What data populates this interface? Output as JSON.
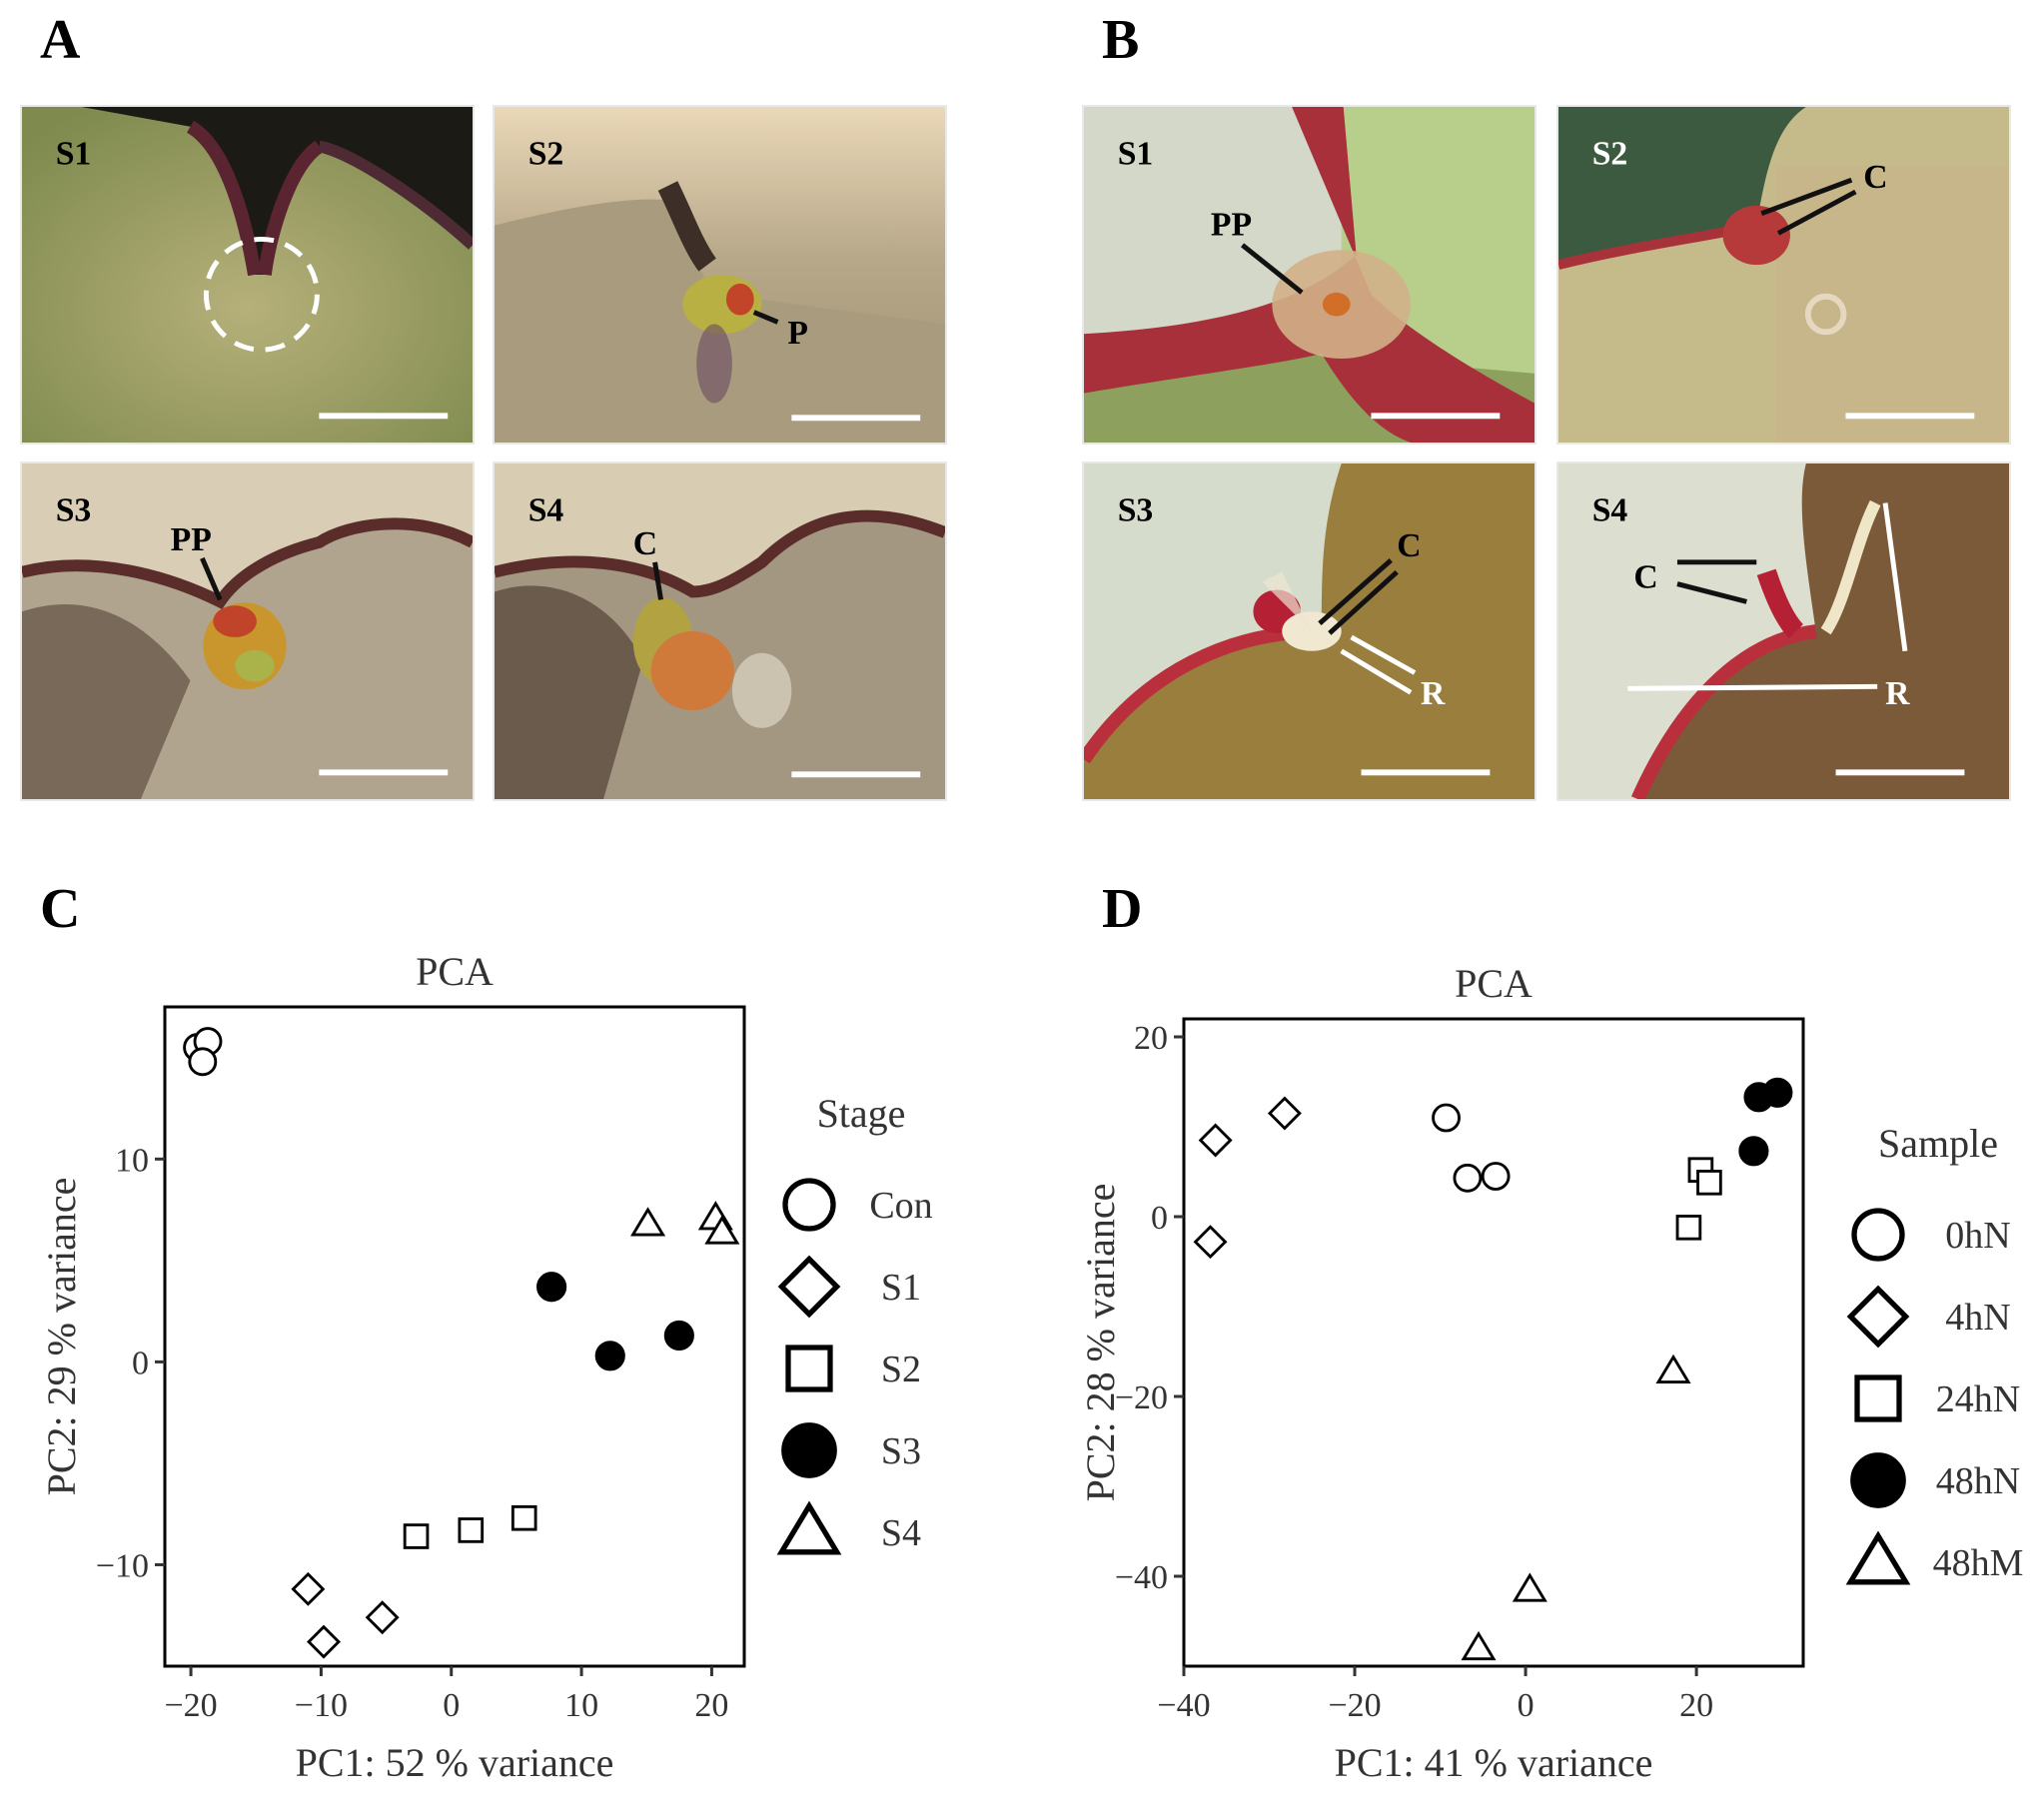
{
  "panels": {
    "a": "A",
    "b": "B",
    "c": "C",
    "d": "D"
  },
  "photos_a": [
    {
      "stage": "S1",
      "labels": []
    },
    {
      "stage": "S2",
      "labels": [
        "P"
      ]
    },
    {
      "stage": "S3",
      "labels": [
        "PP"
      ]
    },
    {
      "stage": "S4",
      "labels": [
        "C"
      ]
    }
  ],
  "photos_b": [
    {
      "stage": "S1",
      "labels": [
        "PP"
      ]
    },
    {
      "stage": "S2",
      "labels": [
        "C"
      ]
    },
    {
      "stage": "S3",
      "labels": [
        "C",
        "R"
      ]
    },
    {
      "stage": "S4",
      "labels": [
        "C",
        "R"
      ]
    }
  ],
  "chart_data": [
    {
      "type": "scatter",
      "title": "PCA",
      "xlabel": "PC1: 52 % variance",
      "ylabel": "PC2: 29 % variance",
      "xlim": [
        -22,
        22.5
      ],
      "ylim": [
        -15,
        17.5
      ],
      "xticks": [
        -20,
        -10,
        0,
        10,
        20
      ],
      "yticks": [
        -10,
        0,
        10
      ],
      "legend_title": "Stage",
      "series": [
        {
          "name": "Con",
          "marker": "circle-open",
          "points": [
            [
              -19.5,
              15.5
            ],
            [
              -18.7,
              15.8
            ],
            [
              -19.1,
              14.8
            ]
          ]
        },
        {
          "name": "S1",
          "marker": "diamond-open",
          "points": [
            [
              -11,
              -11.2
            ],
            [
              -9.8,
              -13.8
            ],
            [
              -5.3,
              -12.6
            ]
          ]
        },
        {
          "name": "S2",
          "marker": "square-open",
          "points": [
            [
              -2.7,
              -8.6
            ],
            [
              1.5,
              -8.3
            ],
            [
              5.6,
              -7.7
            ]
          ]
        },
        {
          "name": "S3",
          "marker": "circle-filled",
          "points": [
            [
              7.7,
              3.7
            ],
            [
              12.2,
              0.3
            ],
            [
              17.5,
              1.3
            ]
          ]
        },
        {
          "name": "S4",
          "marker": "triangle-open",
          "points": [
            [
              15.1,
              6.8
            ],
            [
              20.3,
              7.1
            ],
            [
              20.8,
              6.4
            ]
          ]
        }
      ]
    },
    {
      "type": "scatter",
      "title": "PCA",
      "xlabel": "PC1: 41 % variance",
      "ylabel": "PC2: 28 % variance",
      "xlim": [
        -40,
        32.5
      ],
      "ylim": [
        -50,
        22
      ],
      "xticks": [
        -40,
        -20,
        0,
        20
      ],
      "yticks": [
        20,
        0,
        -20,
        -40
      ],
      "legend_title": "Sample",
      "series": [
        {
          "name": "0hN",
          "marker": "circle-open",
          "points": [
            [
              -9.3,
              11
            ],
            [
              -6.8,
              4.3
            ],
            [
              -3.5,
              4.5
            ]
          ]
        },
        {
          "name": "4hN",
          "marker": "diamond-open",
          "points": [
            [
              -36.3,
              8.5
            ],
            [
              -28.2,
              11.5
            ],
            [
              -36.9,
              -2.8
            ]
          ]
        },
        {
          "name": "24hN",
          "marker": "square-open",
          "points": [
            [
              20.5,
              5.2
            ],
            [
              21.5,
              3.8
            ],
            [
              19.1,
              -1.2
            ]
          ]
        },
        {
          "name": "48hN",
          "marker": "circle-filled",
          "points": [
            [
              27.3,
              13.3
            ],
            [
              29.5,
              13.8
            ],
            [
              26.7,
              7.3
            ]
          ]
        },
        {
          "name": "48hM",
          "marker": "triangle-open",
          "points": [
            [
              17.3,
              -17.2
            ],
            [
              0.5,
              -41.5
            ],
            [
              -5.5,
              -48
            ]
          ]
        }
      ]
    }
  ]
}
